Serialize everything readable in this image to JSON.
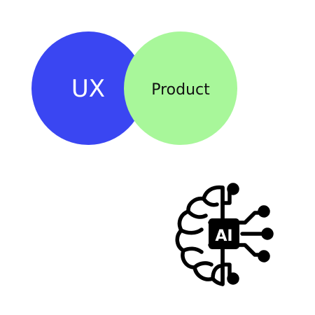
{
  "venn": {
    "left": {
      "label": "UX",
      "color": "#3a46f2",
      "label_color": "#ffffff"
    },
    "right": {
      "label": "Product",
      "color": "#a8f79a",
      "label_color": "#111111"
    }
  },
  "ai_icon": {
    "icon": "ai-brain-circuit-icon",
    "badge_label": "AI",
    "stroke_color": "#000000",
    "badge_text_color": "#ffffff"
  }
}
